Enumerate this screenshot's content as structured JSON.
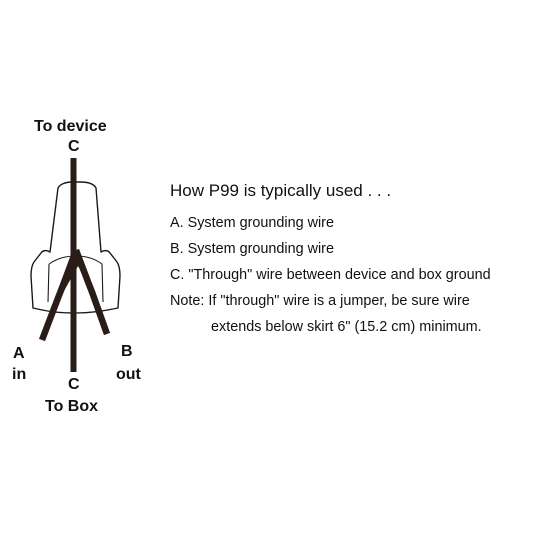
{
  "diagram": {
    "label_top_title": "To device",
    "label_top_letter": "C",
    "label_left_letter": "A",
    "label_left_word": "in",
    "label_right_letter": "B",
    "label_right_word": "out",
    "label_bottom_letter": "C",
    "label_bottom_title": "To Box"
  },
  "description": {
    "heading": "How P99 is typically used . . .",
    "items": [
      "A. System grounding wire",
      "B. System grounding wire",
      "C. \"Through\" wire between device and box ground",
      "Note: If \"through\" wire is a jumper, be sure wire",
      "extends below skirt 6\" (15.2 cm) minimum."
    ]
  },
  "colors": {
    "wire": "#2a1c16",
    "outline": "#1a1a1a",
    "background": "#ffffff"
  }
}
